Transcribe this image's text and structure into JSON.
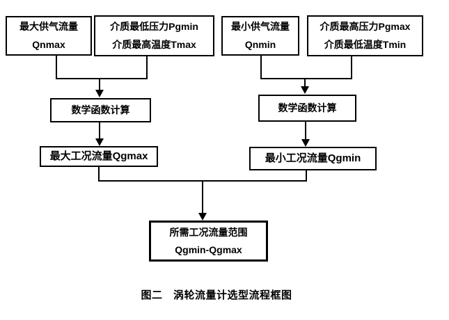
{
  "diagram": {
    "caption": "图二　涡轮流量计选型流程框图",
    "nodes": {
      "qnmax": {
        "line1": "最大供气流量",
        "line2": "Qnmax"
      },
      "pgmin_tmax": {
        "line1": "介质最低压力Pgmin",
        "line2": "介质最高温度Tmax"
      },
      "qnmin": {
        "line1": "最小供气流量",
        "line2": "Qnmin"
      },
      "pgmax_tmin": {
        "line1": "介质最高压力Pgmax",
        "line2": "介质最低温度Tmin"
      },
      "math_left": {
        "label": "数学函数计算"
      },
      "math_right": {
        "label": "数学函数计算"
      },
      "qgmax": {
        "label": "最大工况流量Qgmax"
      },
      "qgmin": {
        "label": "最小工况流量Qgmin"
      },
      "result": {
        "line1": "所需工况流量范围",
        "line2": "Qgmin-Qgmax"
      }
    },
    "colors": {
      "line": "#000000",
      "text": "#000000",
      "background": "#ffffff"
    }
  }
}
